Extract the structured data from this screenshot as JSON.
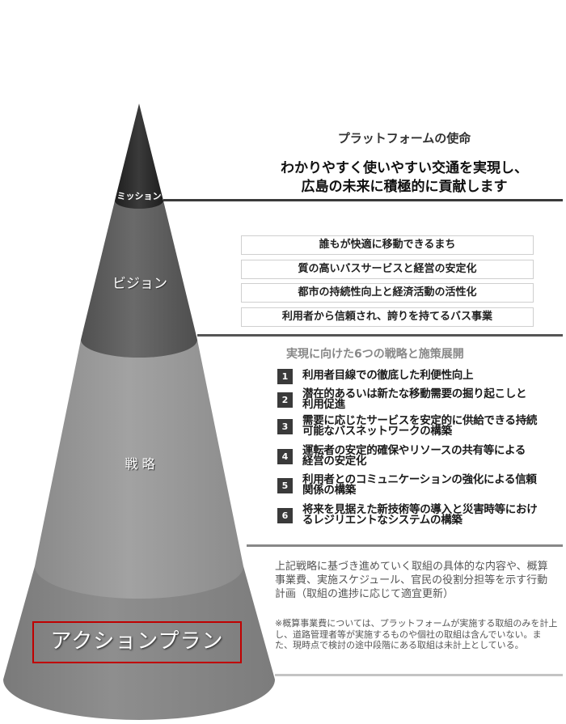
{
  "cone": {
    "layers": [
      {
        "id": "mission",
        "label": "ミッション",
        "color": "#2e2e2e"
      },
      {
        "id": "vision",
        "label": "ビジョン",
        "color": "#5f5f5f"
      },
      {
        "id": "strategy",
        "label": "戦 略",
        "color": "#9a9a9a"
      },
      {
        "id": "action",
        "label": "アクションプラン",
        "color": "#8a8a8a"
      }
    ],
    "highlight_color": "#c00000"
  },
  "mission": {
    "heading": "プラットフォームの使命",
    "statement_line1": "わかりやすく使いやすい交通を実現し、",
    "statement_line2": "広島の未来に積極的に貢献します"
  },
  "vision": {
    "items": [
      "誰もが快適に移動できるまち",
      "質の高いバスサービスと経営の安定化",
      "都市の持続性向上と経済活動の活性化",
      "利用者から信頼され、誇りを持てるバス事業"
    ]
  },
  "strategy": {
    "heading": "実現に向けた6つの戦略と施策展開",
    "items": [
      {
        "num": "1",
        "line1": "利用者目線での徹底した利便性向上",
        "line2": ""
      },
      {
        "num": "2",
        "line1": "潜在的あるいは新たな移動需要の掘り起こしと",
        "line2": "利用促進"
      },
      {
        "num": "3",
        "line1": "需要に応じたサービスを安定的に供給できる持続",
        "line2": "可能なバスネットワークの構築"
      },
      {
        "num": "4",
        "line1": "運転者の安定的確保やリソースの共有等による",
        "line2": "経営の安定化"
      },
      {
        "num": "5",
        "line1": "利用者とのコミュニケーションの強化による信頼",
        "line2": "関係の構築"
      },
      {
        "num": "6",
        "line1": "将来を見据えた新技術等の導入と災害時等におけ",
        "line2": "るレジリエントなシステムの構築"
      }
    ]
  },
  "action_plan": {
    "description": "上記戦略に基づき進めていく取組の具体的な内容や、概算事業費、実施スケジュール、官民の役割分担等を示す行動計画（取組の進捗に応じて適宜更新）",
    "note": "※概算事業費については、プラットフォームが実施する取組のみを計上し、道路管理者等が実施するものや個社の取組は含んでいない。また、現時点で検討の途中段階にある取組は未計上としている。"
  }
}
